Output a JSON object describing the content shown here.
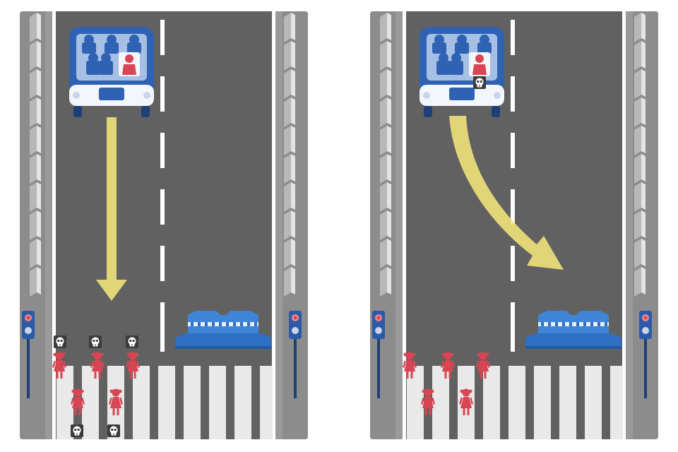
{
  "figure": {
    "panels": [
      {
        "id": "stay-course",
        "car_trajectory": "straight",
        "car_occupants": {
          "passengers": 1,
          "fatalities": 0
        },
        "pedestrians": {
          "count": 5,
          "fatalities": 5
        }
      },
      {
        "id": "swerve",
        "car_trajectory": "swerve-into-barrier",
        "car_occupants": {
          "passengers": 1,
          "fatalities": 1
        },
        "pedestrians": {
          "count": 5,
          "fatalities": 0
        }
      }
    ],
    "symbols": {
      "death_marker": "skull-icon",
      "pedestrian": "girl-figure-icon",
      "traffic_signal": "traffic-light-icon",
      "barrier": "concrete-barrier"
    },
    "colors": {
      "road": "#616161",
      "shoulder": "#8c8c8c",
      "lane_line": "#ffffff",
      "car_body": "#2f62b3",
      "car_window": "#a6bfe4",
      "person": "#d94552",
      "skull_box": "#3b3b3b",
      "arrow": "#f0e27a",
      "barrier": "#2f6fc4"
    }
  }
}
